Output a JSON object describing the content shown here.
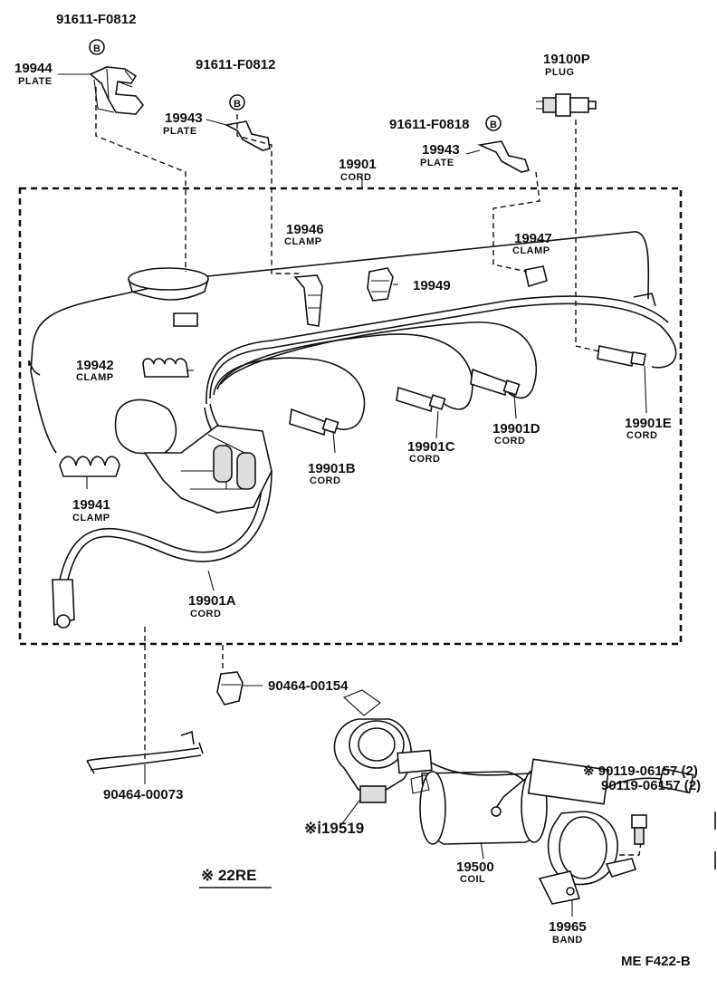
{
  "diagram_code": "ME  F422-B",
  "note": "※ 22RE",
  "parts": [
    {
      "id": "p_91611_a",
      "number": "91611-F0812",
      "caption": ""
    },
    {
      "id": "p_19944",
      "number": "19944",
      "caption": "PLATE"
    },
    {
      "id": "p_91611_b",
      "number": "91611-F0812",
      "caption": ""
    },
    {
      "id": "p_19943_a",
      "number": "19943",
      "caption": "PLATE"
    },
    {
      "id": "p_19100p",
      "number": "19100P",
      "caption": "PLUG"
    },
    {
      "id": "p_91611_c",
      "number": "91611-F0818",
      "caption": ""
    },
    {
      "id": "p_19943_b",
      "number": "19943",
      "caption": "PLATE"
    },
    {
      "id": "p_19901",
      "number": "19901",
      "caption": "CORD"
    },
    {
      "id": "p_19946",
      "number": "19946",
      "caption": "CLAMP"
    },
    {
      "id": "p_19947",
      "number": "19947",
      "caption": "CLAMP"
    },
    {
      "id": "p_19949",
      "number": "19949",
      "caption": ""
    },
    {
      "id": "p_19942",
      "number": "19942",
      "caption": "CLAMP"
    },
    {
      "id": "p_19901b",
      "number": "19901B",
      "caption": "CORD"
    },
    {
      "id": "p_19901c",
      "number": "19901C",
      "caption": "CORD"
    },
    {
      "id": "p_19901d",
      "number": "19901D",
      "caption": "CORD"
    },
    {
      "id": "p_19901e",
      "number": "19901E",
      "caption": "CORD"
    },
    {
      "id": "p_19941",
      "number": "19941",
      "caption": "CLAMP"
    },
    {
      "id": "p_19901a",
      "number": "19901A",
      "caption": "CORD"
    },
    {
      "id": "p_90464_154",
      "number": "90464-00154",
      "caption": ""
    },
    {
      "id": "p_90119_a",
      "number": "※ 90119-06157 (2)",
      "caption": ""
    },
    {
      "id": "p_90119_b",
      "number": "90119-06157 (2)",
      "caption": ""
    },
    {
      "id": "p_90464_073",
      "number": "90464-00073",
      "caption": ""
    },
    {
      "id": "p_19519",
      "number": "※ⅰ19519",
      "caption": ""
    },
    {
      "id": "p_19500",
      "number": "19500",
      "caption": "COIL"
    },
    {
      "id": "p_19965",
      "number": "19965",
      "caption": "BAND"
    }
  ],
  "b_marker": "B"
}
